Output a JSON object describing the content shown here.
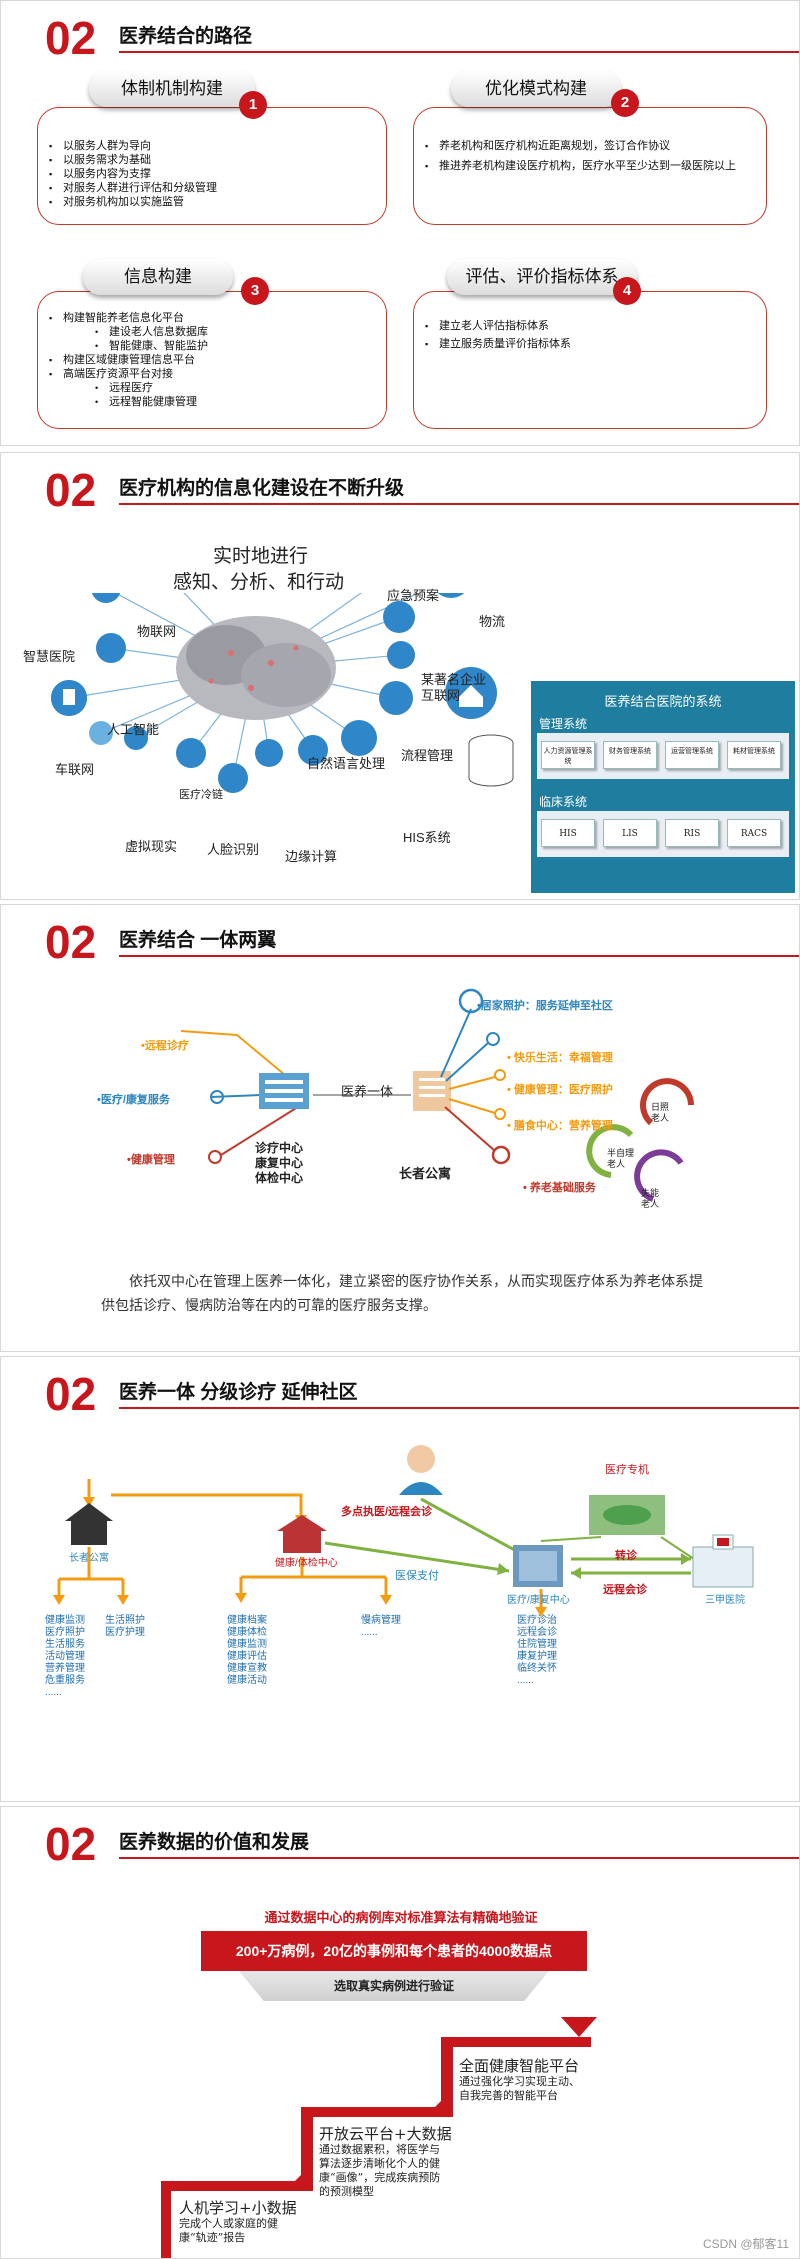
{
  "slide1": {
    "num": "02",
    "title": "医养结合的路径",
    "box1": {
      "heading": "体制机制构建",
      "badge": "1",
      "items": [
        "以服务人群为导向",
        "以服务需求为基础",
        "以服务内容为支撑",
        "对服务人群进行评估和分级管理",
        "对服务机构加以实施监管"
      ]
    },
    "box2": {
      "heading": "优化模式构建",
      "badge": "2",
      "items": [
        "养老机构和医疗机构近距离规划，签订合作协议",
        "推进养老机构建设医疗机构，医疗水平至少达到一级医院以上"
      ]
    },
    "box3": {
      "heading": "信息构建",
      "badge": "3",
      "items": [
        "构建智能养老信息化平台",
        "建设老人信息数据库",
        "智能健康、智能监护",
        "构建区域健康管理信息平台",
        "高端医疗资源平台对接",
        "远程医疗",
        "远程智能健康管理"
      ]
    },
    "box4": {
      "heading": "评估、评价指标体系",
      "badge": "4",
      "items": [
        "建立老人评估指标体系",
        "建立服务质量评价指标体系"
      ]
    }
  },
  "slide2": {
    "num": "02",
    "title": "医疗机构的信息化建设在不断升级",
    "headline1": "实时地进行",
    "headline2": "感知、分析、和行动",
    "labels": {
      "iot": "物联网",
      "smart_hospital": "智慧医院",
      "ai": "人工智能",
      "iov": "车联网",
      "cold_chain": "医疗冷链",
      "vr": "虚拟现实",
      "face": "人脸识别",
      "edge": "边缘计算",
      "nlp": "自然语言处理",
      "his": "HIS系统",
      "emergency": "应急预案",
      "logistics": "物流",
      "enterprise": "某著名企业",
      "internet": "互联网",
      "process": "流程管理"
    },
    "panel": {
      "title": "医养结合医院的系统",
      "mgmt_title": "管理系统",
      "mgmt": [
        "人力资源管理系统",
        "财务管理系统",
        "运营管理系统",
        "耗材管理系统"
      ],
      "clinical_title": "临床系统",
      "clinical": [
        "HIS",
        "LIS",
        "RIS",
        "RACS"
      ]
    }
  },
  "slide3": {
    "num": "02",
    "title": "医养结合 一体两翼",
    "left": [
      "•远程诊疗",
      "•医疗/康复服务",
      "•健康管理"
    ],
    "center_label": "医养一体",
    "diag_center": [
      "诊疗中心",
      "康复中心",
      "体检中心"
    ],
    "apartment": "长者公寓",
    "right": [
      "•居家照护：服务延伸至社区",
      "• 快乐生活：幸福管理",
      "• 健康管理：医疗照护",
      "• 膳食中心：营养管理",
      "• 养老基础服务"
    ],
    "cycle": [
      "日照老人",
      "半自理老人",
      "失能老人"
    ],
    "paragraph": "依托双中心在管理上医养一体化，建立紧密的医疗协作关系，从而实现医疗体系为养老体系提供包括诊疗、慢病防治等在内的可靠的医疗服务支撑。"
  },
  "slide4": {
    "num": "02",
    "title": "医养一体 分级诊疗 延伸社区",
    "apartment": "长者公寓",
    "health_center": "健康/体检中心",
    "med_center": "医疗/康复中心",
    "hospital": "三甲医院",
    "expert": "医疗专机",
    "multi": "多点执医/远程会诊",
    "insurance": "医保支付",
    "transfer": "转诊",
    "remote": "远程会诊",
    "list_a": "健康监测\n医疗照护\n生活服务\n活动管理\n营养管理\n危重服务\n......",
    "list_b": "生活照护\n医疗护理",
    "list_c": "健康档案\n健康体检\n健康监测\n健康评估\n健康宣教\n健康活动",
    "list_d": "慢病管理\n......",
    "list_e": "医疗诊治\n远程会诊\n住院管理\n康复护理\n临终关怀\n......"
  },
  "slide5": {
    "num": "02",
    "title": "医养数据的价值和发展",
    "top_line": "通过数据中心的病例库对标准算法有精确地验证",
    "red_banner": "200+万病例，20亿的事例和每个患者的4000数据点",
    "select": "选取真实病例进行验证",
    "step1_title": "人机学习+小数据",
    "step1_text": "完成个人或家庭的健康“轨迹”报告",
    "step2_title": "开放云平台+大数据",
    "step2_text": "通过数据累积，将医学与算法逐步清晰化个人的健康“画像”，完成疾病预防的预测模型",
    "step3_title": "全面健康智能平台",
    "step3_text": "通过强化学习实现主动、自我完善的智能平台",
    "watermark": "CSDN @郁客11"
  }
}
